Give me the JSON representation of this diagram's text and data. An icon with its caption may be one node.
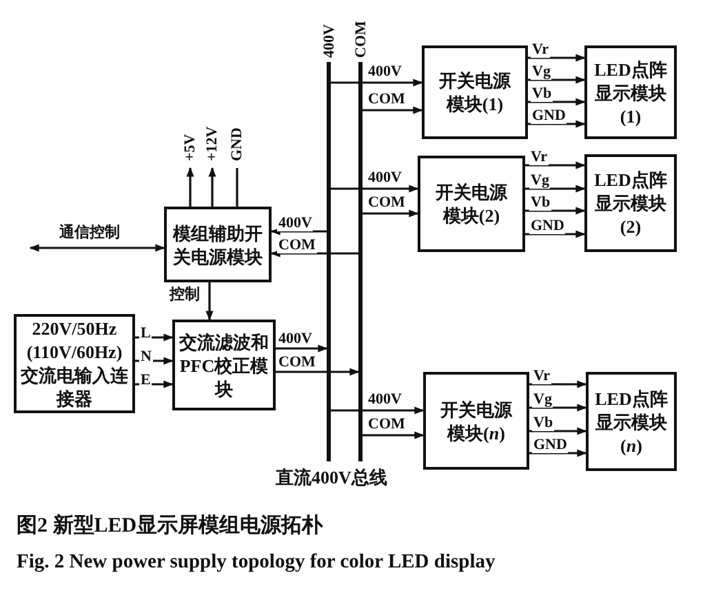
{
  "diagram": {
    "caption": "图2 新型LED显示屏模组电源拓朴",
    "nodes": [
      {
        "text": [
          "220V/50Hz (110V/60Hz) 交流电输入连接器"
        ]
      },
      {
        "text": [
          "交流滤波和PFC校正模块"
        ]
      },
      {
        "text": [
          "模组辅助开关电源模块"
        ]
      },
      {
        "text": [],
        "shape": "bar"
      },
      {
        "text": [],
        "shape": "bar"
      },
      {
        "text": [
          "开关电源模块(1)"
        ]
      },
      {
        "text": [
          "LED点阵显示模块(1)"
        ]
      },
      {
        "text": [
          "开关电源模块(2)"
        ]
      },
      {
        "text": [
          "LED点阵显示模块(2)"
        ]
      },
      {
        "text": [
          "开关电源模块(*n*)"
        ]
      },
      {
        "text": [
          "LED点阵显示模块(*n*)"
        ]
      }
    ],
    "edges": [
      {
        "from": 0,
        "to": 1,
        "arrow": "to",
        "label": "L"
      },
      {
        "from": 0,
        "to": 1,
        "arrow": "to",
        "label": "N"
      },
      {
        "from": 0,
        "to": 1,
        "arrow": "to",
        "label": "E"
      },
      {
        "from": 1,
        "to": 3,
        "arrow": "to",
        "label": "400V"
      },
      {
        "from": 1,
        "to": 4,
        "arrow": "to",
        "label": "COM"
      },
      {
        "from": 3,
        "to": 2,
        "arrow": "to",
        "label": "400V"
      },
      {
        "from": 4,
        "to": 2,
        "arrow": "to",
        "label": "COM"
      },
      {
        "from": 2,
        "to": 1,
        "arrow": "to",
        "label": "控制"
      },
      {
        "from": 2,
        "to": null,
        "arrow": "to",
        "label": "+5V"
      },
      {
        "from": 2,
        "to": null,
        "arrow": "to",
        "label": "+12V"
      },
      {
        "from": 2,
        "to": null,
        "arrow": "none",
        "label": "GND"
      },
      {
        "from": null,
        "to": 2,
        "arrow": "both",
        "label": "通信控制"
      },
      {
        "from": 3,
        "to": 5,
        "arrow": "to",
        "label": "400V"
      },
      {
        "from": 4,
        "to": 5,
        "arrow": "to",
        "label": "COM"
      },
      {
        "from": 5,
        "to": 6,
        "arrow": "to",
        "label": "Vr"
      },
      {
        "from": 5,
        "to": 6,
        "arrow": "to",
        "label": "Vg"
      },
      {
        "from": 5,
        "to": 6,
        "arrow": "to",
        "label": "Vb"
      },
      {
        "from": 5,
        "to": 6,
        "arrow": "to",
        "label": "GND"
      },
      {
        "from": 3,
        "to": 7,
        "arrow": "to",
        "label": "400V"
      },
      {
        "from": 4,
        "to": 7,
        "arrow": "to",
        "label": "COM"
      },
      {
        "from": 7,
        "to": 8,
        "arrow": "to",
        "label": "Vr"
      },
      {
        "from": 7,
        "to": 8,
        "arrow": "to",
        "label": "Vg"
      },
      {
        "from": 7,
        "to": 8,
        "arrow": "to",
        "label": "Vb"
      },
      {
        "from": 7,
        "to": 8,
        "arrow": "to",
        "label": "GND"
      },
      {
        "from": 3,
        "to": 9,
        "arrow": "to",
        "label": "400V"
      },
      {
        "from": 4,
        "to": 9,
        "arrow": "to",
        "label": "COM"
      },
      {
        "from": 9,
        "to": 10,
        "arrow": "to",
        "label": "Vr"
      },
      {
        "from": 9,
        "to": 10,
        "arrow": "to",
        "label": "Vg"
      },
      {
        "from": 9,
        "to": 10,
        "arrow": "to",
        "label": "Vb"
      },
      {
        "from": 9,
        "to": 10,
        "arrow": "to",
        "label": "GND"
      }
    ],
    "labels": [
      "400V",
      "COM",
      "直流400V总线",
      "Fig. 2 New power supply topology for color LED display"
    ]
  }
}
